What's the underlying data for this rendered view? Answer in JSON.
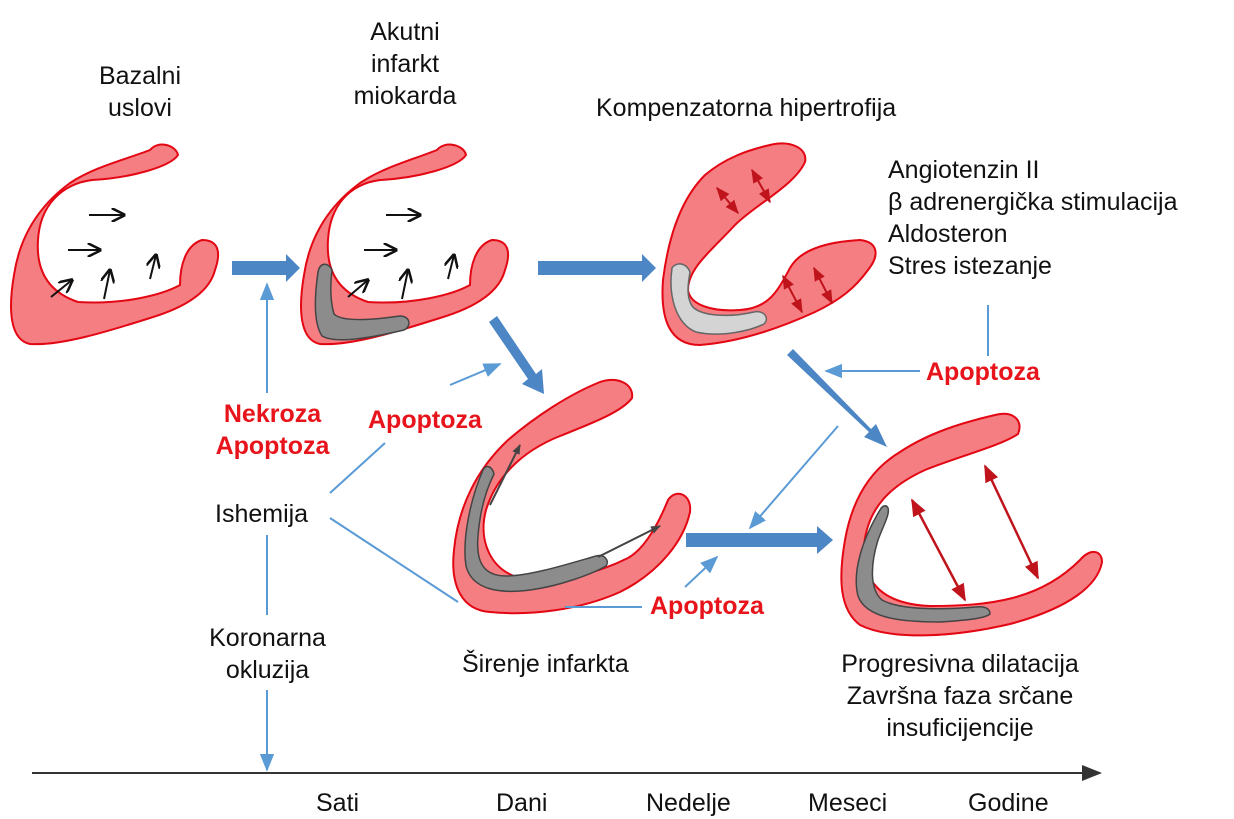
{
  "stages": {
    "baseline": [
      "Bazalni",
      "uslovi"
    ],
    "acute_mi": [
      "Akutni",
      "infarkt",
      "miokarda"
    ],
    "hypertrophy": "Kompenzatorna hipertrofija",
    "expansion": "Širenje infarkta",
    "dilatation": [
      "Progresivna dilatacija",
      "Završna faza srčane",
      "insuficijencije"
    ]
  },
  "stimuli": [
    "Angiotenzin II",
    "β adrenergička stimulacija",
    "Aldosteron",
    "Stres istezanje"
  ],
  "processes": {
    "necrosis_apoptosis": [
      "Nekroza",
      "Apoptoza"
    ],
    "apoptosis": "Apoptoza",
    "ischemia": "Ishemija",
    "occlusion": [
      "Koronarna",
      "okluzija"
    ]
  },
  "timeline": [
    "Sati",
    "Dani",
    "Nedelje",
    "Meseci",
    "Godine"
  ],
  "colors": {
    "myocardium_fill": "#f47e82",
    "myocardium_stroke": "#e30613",
    "infarct_fill": "#8c8c8c",
    "infarct_light": "#d4d4d4",
    "big_arrow": "#4d86c5",
    "thin_line": "#5b9bd5",
    "stress_arrow": "#c0141c",
    "label_red": "#e8141b"
  }
}
